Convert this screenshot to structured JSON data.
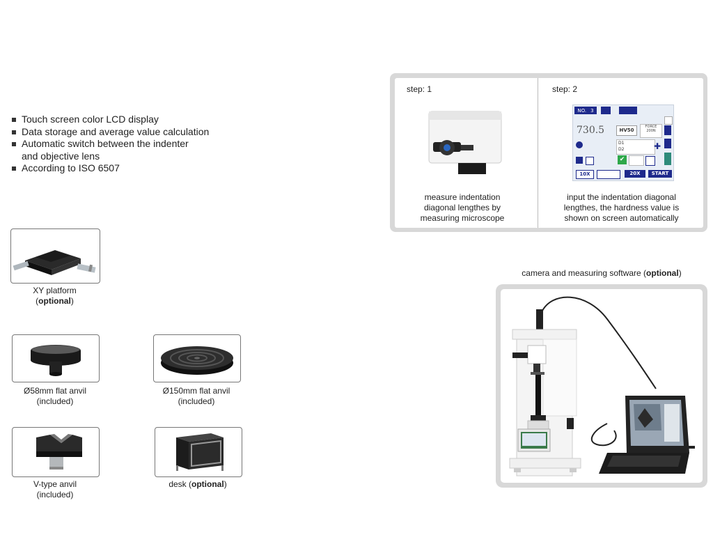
{
  "features": [
    "Touch screen color LCD display",
    "Data storage and average value calculation",
    "Automatic switch between the indenter",
    "and objective lens",
    "According to ISO 6507"
  ],
  "accessories": {
    "xy_platform": {
      "name": "XY platform",
      "note": "optional"
    },
    "anvil_58": {
      "name": "Ø58mm flat anvil",
      "note": "(included)"
    },
    "anvil_150": {
      "name": "Ø150mm flat anvil",
      "note": "(included)"
    },
    "v_anvil": {
      "name": "V-type anvil",
      "note": "(included)"
    },
    "desk": {
      "name": "desk",
      "note": "optional"
    }
  },
  "steps": {
    "step1": {
      "label": "step: 1",
      "desc": [
        "measure indentation",
        "diagonal lengthes by",
        "measuring microscope"
      ]
    },
    "step2": {
      "label": "step: 2",
      "desc": [
        "input the indentation diagonal",
        "lengthes, the hardness value is",
        "shown on screen automatically"
      ],
      "screen": {
        "no_label": "NO.",
        "no_value": "3",
        "hardness": "730.5",
        "scale": "HV50",
        "force_label": "FORCE",
        "force_value": "200N",
        "d1_label": "D1",
        "d2_label": "D2",
        "btn_10x": "10X",
        "btn_20x": "20X",
        "btn_start": "START"
      }
    }
  },
  "camera": {
    "title_prefix": "camera and measuring software (",
    "title_bold": "optional",
    "title_suffix": ")"
  }
}
